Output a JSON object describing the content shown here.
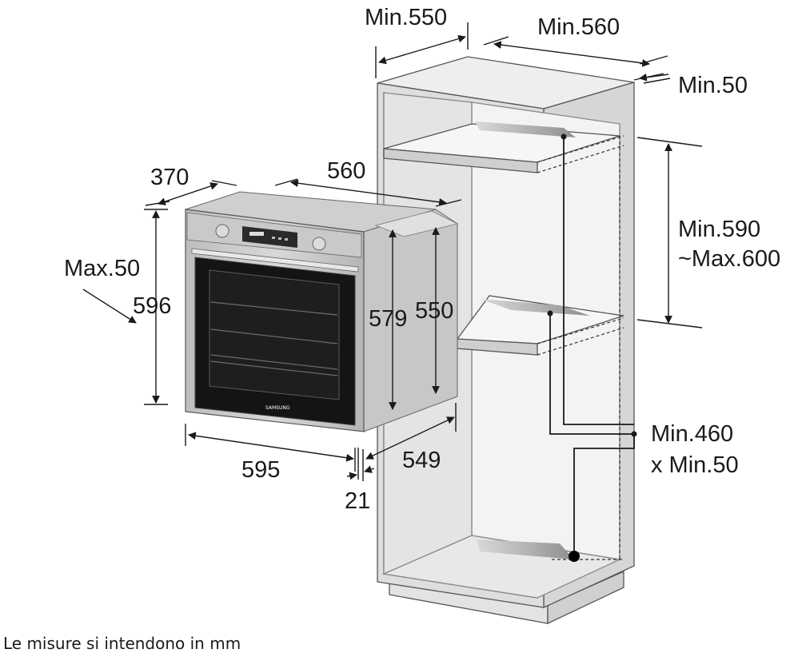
{
  "labels": {
    "cab_depth": "Min.550",
    "cab_width": "Min.560",
    "back_gap": "Min.50",
    "niche_h1": "Min.590",
    "niche_h2": "~Max.600",
    "vent1": "Min.460",
    "vent2": "x Min.50",
    "oven_depth_total": "370",
    "oven_body_width": "560",
    "oven_height": "596",
    "front_offset": "Max.50",
    "body_h1": "579",
    "body_h2": "550",
    "front_width": "595",
    "body_depth": "549",
    "door_thick": "21",
    "brand": "SAMSUNG"
  },
  "footnote": "Le misure si intendono in mm"
}
